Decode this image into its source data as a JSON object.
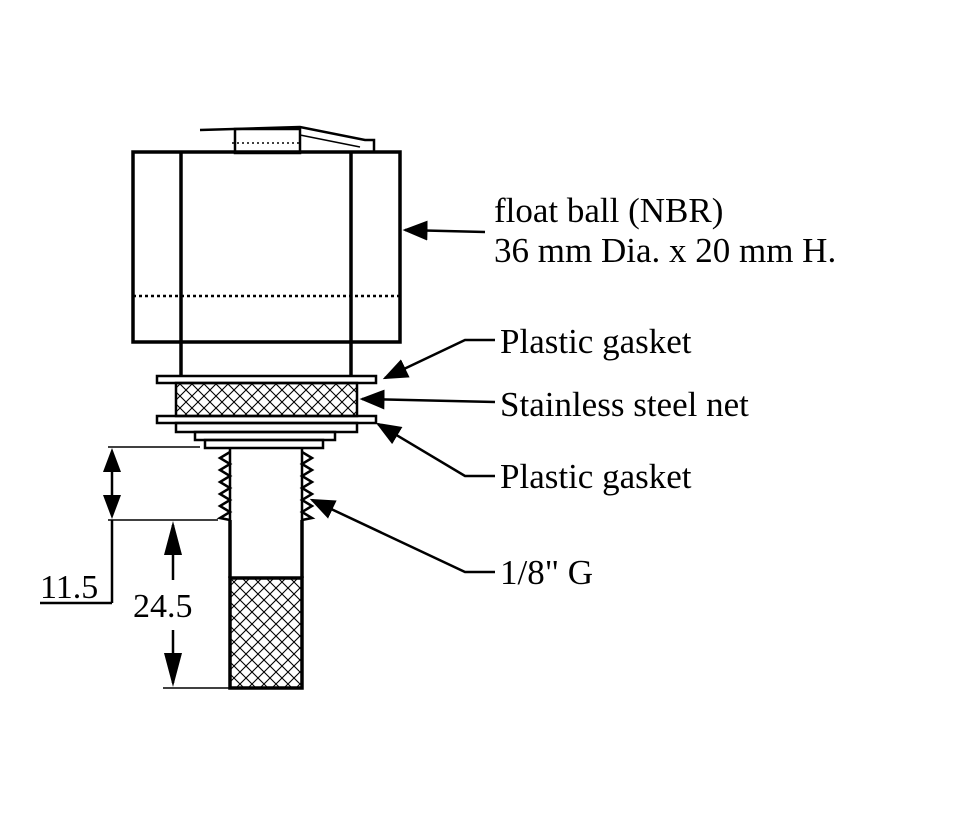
{
  "labels": {
    "float_ball_line1": "float ball (NBR)",
    "float_ball_line2": "36 mm Dia. x 20 mm H.",
    "gasket_top": "Plastic gasket",
    "steel_net": "Stainless steel net",
    "gasket_bottom": "Plastic gasket",
    "thread": "1/8\" G"
  },
  "dimensions": {
    "upper": "11.5",
    "lower": "24.5"
  },
  "colors": {
    "stroke": "#000000",
    "background": "#ffffff"
  }
}
